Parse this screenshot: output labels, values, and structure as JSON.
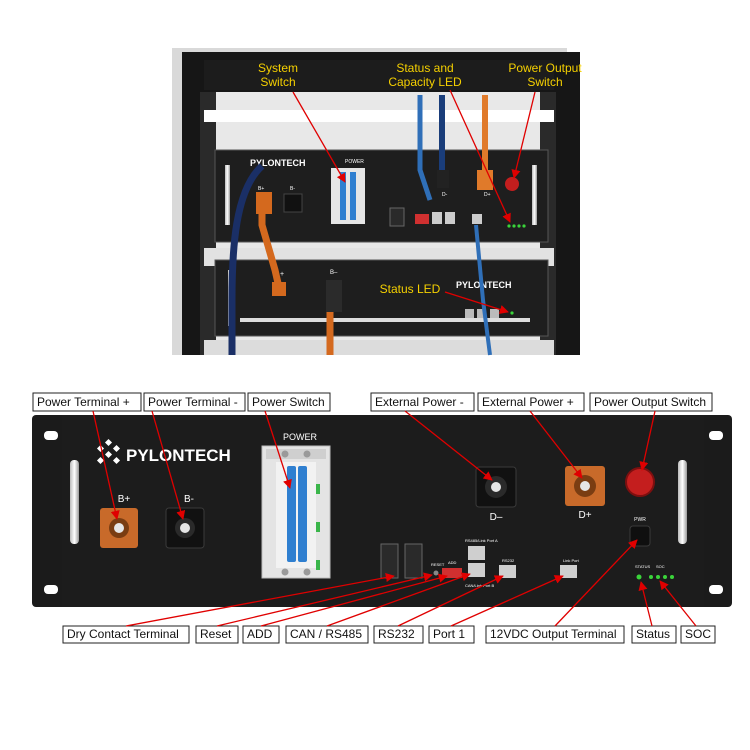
{
  "photo": {
    "labels": {
      "system_switch": [
        "System",
        "Switch"
      ],
      "status_capacity_led": [
        "Status and",
        "Capacity LED"
      ],
      "power_output_switch": [
        "Power Output",
        "Switch"
      ],
      "status_led": "Status LED"
    },
    "module_text": {
      "brand": "PYLONTECH",
      "power": "POWER",
      "b_plus": "B+",
      "b_minus": "B-",
      "d_plus": "D+",
      "d_minus": "D-",
      "plus": "+",
      "b_minus_lower": "B–"
    }
  },
  "panel": {
    "brand": "PYLONTECH",
    "power_label": "POWER",
    "b_plus": "B+",
    "b_minus": "B-",
    "d_minus": "D–",
    "d_plus": "D+",
    "pwr": "PWR",
    "status": "STATUS",
    "soc": "SOC",
    "rs485": "RS485/Link Port A",
    "rs232": "RS232",
    "can": "CAN/Link Port B",
    "link_port": "Link Port",
    "reset": "RESET",
    "add": "ADD"
  },
  "callouts": {
    "top": {
      "power_terminal_plus": "Power Terminal +",
      "power_terminal_minus": "Power Terminal -",
      "power_switch": "Power Switch",
      "external_power_minus": "External Power -",
      "external_power_plus": "External Power +",
      "power_output_switch": "Power Output Switch"
    },
    "bottom": {
      "dry_contact": "Dry Contact Terminal",
      "reset": "Reset",
      "add": "ADD",
      "can_rs485": "CAN / RS485",
      "rs232": "RS232",
      "port1": "Port 1",
      "output_12v": "12VDC Output Terminal",
      "status": "Status",
      "soc": "SOC"
    }
  },
  "colors": {
    "arrow": "#e00000",
    "module_body": "#1c1c1c",
    "terminal_orange": "#c86a2a",
    "breaker_blue": "#2f7fd0",
    "photo_label": "#f5d000",
    "led_green": "#3ad43a"
  }
}
